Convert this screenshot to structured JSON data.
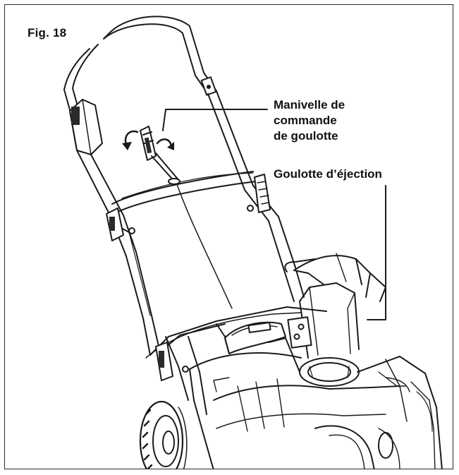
{
  "figure": {
    "label": "Fig. 18"
  },
  "callouts": {
    "crank": {
      "line1": "Manivelle de",
      "line2": "commande",
      "line3": "de goulotte"
    },
    "chute": {
      "line1": "Goulotte d’éjection"
    }
  },
  "colors": {
    "line": "#1a1a1a",
    "shade": "#3a3a3a",
    "frame": "#2a2a2a"
  }
}
